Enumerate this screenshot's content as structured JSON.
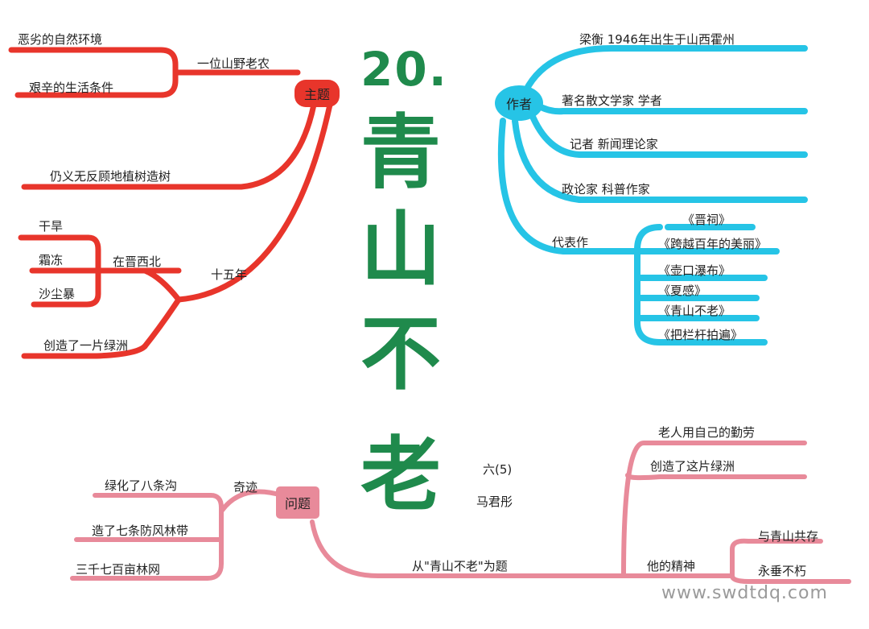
{
  "title": {
    "number": "20.",
    "chars": [
      "青",
      "山",
      "不",
      "老"
    ]
  },
  "class_info": {
    "class": "六(5)",
    "author": "马君彤"
  },
  "colors": {
    "theme_red": "#e8352b",
    "author_blue": "#26c4e6",
    "question_pink": "#e88a9a",
    "title_green": "#1f8a4c"
  },
  "theme": {
    "node": "主题",
    "hub_upper": "一位山野老农",
    "upper_items": [
      "恶劣的自然环境",
      "艰辛的生活条件"
    ],
    "middle": "仍义无反顾地植树造树",
    "hub_lower": "十五年",
    "sub_hub": "在晋西北",
    "disasters": [
      "干旱",
      "霜冻",
      "沙尘暴"
    ],
    "result": "创造了一片绿洲"
  },
  "author": {
    "node": "作者",
    "items": [
      "梁衡 1946年出生于山西霍州",
      "著名散文学家 学者",
      "记者 新闻理论家",
      "政论家 科普作家"
    ],
    "works_label": "代表作",
    "works": [
      "《晋祠》",
      "《跨越百年的美丽》",
      "《壶口瀑布》",
      "《夏感》",
      "《青山不老》",
      "《把栏杆拍遍》"
    ]
  },
  "question": {
    "node": "问题",
    "miracle_label": "奇迹",
    "miracles": [
      "绿化了八条沟",
      "造了七条防风林带",
      "三千七百亩林网"
    ],
    "main_branch": "从\"青山不老\"为题",
    "right_upper": [
      "老人用自己的勤劳",
      "创造了这片绿洲"
    ],
    "spirit_label": "他的精神",
    "spirit_items": [
      "与青山共存",
      "永垂不朽"
    ]
  },
  "watermark": "www.swdtdq.com"
}
